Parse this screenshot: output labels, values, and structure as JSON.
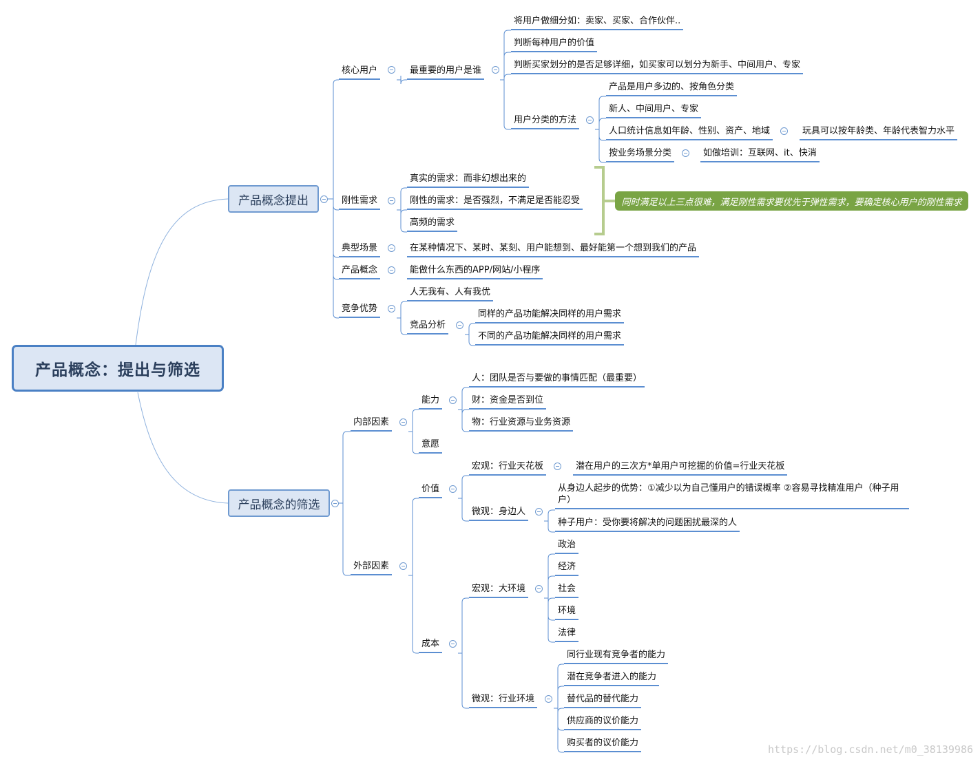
{
  "title": "产品概念：提出与筛选",
  "branch_a": {
    "label": "产品概念提出",
    "core_users": {
      "label": "核心用户",
      "most_important": {
        "label": "最重要的用户是谁",
        "segment": "将用户做细分如：卖家、买家、合作伙伴..",
        "value": "判断每种用户的价值",
        "detail": "判断买家划分的是否足够详细，如买家可以划分为新手、中间用户、专家",
        "methods": {
          "label": "用户分类的方法",
          "role": "产品是用户多边的、按角色分类",
          "level": "新人、中间用户、专家",
          "demo": "人口统计信息如年龄、性别、资产、地域",
          "demo_example": "玩具可以按年龄类、年龄代表智力水平",
          "scene": "按业务场景分类",
          "scene_example": "如做培训：互联网、it、快消"
        }
      }
    },
    "rigid": {
      "label": "刚性需求",
      "real": "真实的需求：而非幻想出来的",
      "rigid": "刚性的需求：是否强烈，不满足是否能忍受",
      "frequent": "高频的需求",
      "callout": "同时满足以上三点很难，满足刚性需求要优先于弹性需求，要确定核心用户的刚性需求"
    },
    "scene": {
      "label": "典型场景",
      "detail": "在某种情况下、某时、某刻、用户能想到、最好能第一个想到我们的产品"
    },
    "concept": {
      "label": "产品概念",
      "detail": "能做什么东西的APP/网站/小程序"
    },
    "advantage": {
      "label": "竞争优势",
      "detail": "人无我有、人有我优",
      "analysis": {
        "label": "竞品分析",
        "same": "同样的产品功能解决同样的用户需求",
        "diff": "不同的产品功能解决同样的用户需求"
      }
    }
  },
  "branch_b": {
    "label": "产品概念的筛选",
    "internal": {
      "label": "内部因素",
      "ability": {
        "label": "能力",
        "people": "人：团队是否与要做的事情匹配（最重要）",
        "money": "财：资金是否到位",
        "resource": "物：行业资源与业务资源"
      },
      "will": "意愿"
    },
    "external": {
      "label": "外部因素",
      "value": {
        "label": "价值",
        "macro": {
          "label": "宏观：行业天花板",
          "detail": "潜在用户的三次方*单用户可挖掘的价值=行业天花板"
        },
        "micro": {
          "label": "微观：身边人",
          "advantage": "从身边人起步的优势：①减少以为自己懂用户的错误概率 ②容易寻找精准用户（种子用户）",
          "seed": "种子用户：受你要将解决的问题困扰最深的人"
        }
      },
      "cost": {
        "label": "成本",
        "macro": {
          "label": "宏观：大环境",
          "items": [
            "政治",
            "经济",
            "社会",
            "环境",
            "法律"
          ]
        },
        "micro": {
          "label": "微观：行业环境",
          "items": [
            "同行业现有竞争者的能力",
            "潜在竞争者进入的能力",
            "替代品的替代能力",
            "供应商的议价能力",
            "购买者的议价能力"
          ]
        }
      }
    }
  },
  "watermark": "https://blog.csdn.net/m0_38139986",
  "colors": {
    "line": "#5b8ed1",
    "connector": "#8fb2de",
    "root_fill": "#dce6f4",
    "root_border": "#4a80c4",
    "callout": "#79a444",
    "bracket": "#b6cc8e"
  }
}
